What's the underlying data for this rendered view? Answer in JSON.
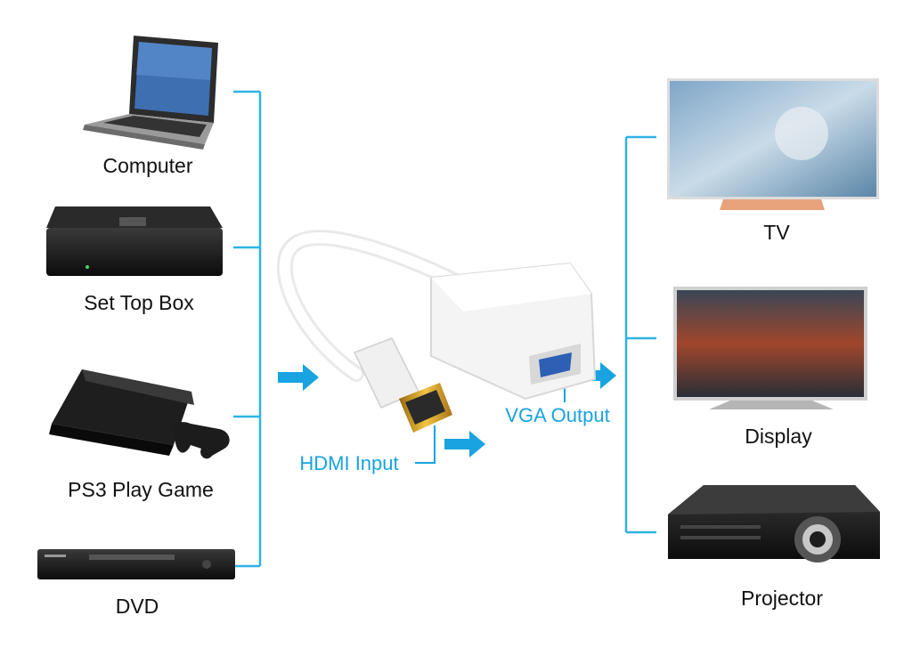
{
  "sources": [
    {
      "label": "Computer",
      "icon": "laptop-icon"
    },
    {
      "label": "Set Top Box",
      "icon": "set-top-box-icon"
    },
    {
      "label": "PS3 Play Game",
      "icon": "game-console-icon"
    },
    {
      "label": "DVD",
      "icon": "dvd-player-icon"
    }
  ],
  "adapter": {
    "input_label": "HDMI Input",
    "output_label": "VGA Output"
  },
  "outputs": [
    {
      "label": "TV",
      "icon": "tv-icon"
    },
    {
      "label": "Display",
      "icon": "monitor-icon"
    },
    {
      "label": "Projector",
      "icon": "projector-icon"
    }
  ],
  "colors": {
    "connector_line": "#2fb3e6",
    "arrow": "#19a3e0",
    "label_blue": "#19a3e0"
  }
}
